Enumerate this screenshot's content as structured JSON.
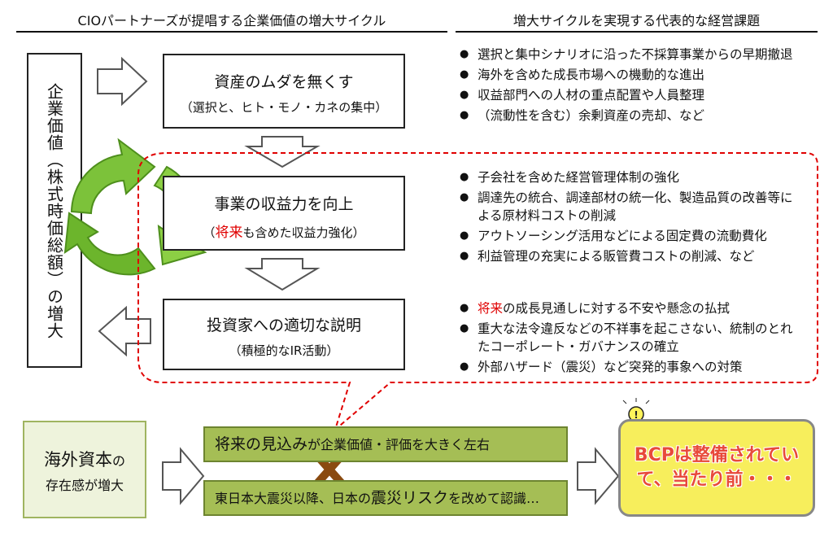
{
  "header_left": "CIOパートナーズが提唱する企業価値の増大サイクル",
  "header_right": "増大サイクルを実現する代表的な経営課題",
  "vertical_box": "企業価値（株式時価総額）の増大",
  "box1": {
    "title": "資産のムダを無くす",
    "subtitle": "（選択と、ヒト・モノ・カネの集中）"
  },
  "box2": {
    "title": "事業の収益力を向上",
    "subtitle_prefix": "（",
    "subtitle_red": "将来",
    "subtitle_rest": "も含めた収益力強化）"
  },
  "box3": {
    "title": "投資家への適切な説明",
    "subtitle": "（積極的なIR活動）"
  },
  "group1": [
    "選択と集中シナリオに沿った不採算事業からの早期撤退",
    "海外を含めた成長市場への機動的な進出",
    "収益部門への人材の重点配置や人員整理",
    "（流動性を含む）余剰資産の売却、など"
  ],
  "group2": [
    "子会社を含めた経営管理体制の強化",
    "調達先の統合、調達部材の統一化、製造品質の改善等による原材料コストの削減",
    "アウトソーシング活用などによる固定費の流動費化",
    "利益管理の充実による販管費コストの削減、など"
  ],
  "group3_first": {
    "red": "将来",
    "rest": "の成長見通しに対する不安や懸念の払拭"
  },
  "group3": [
    "重大な法令違反などの不祥事を起こさない、統制のとれたコーポレート・ガバナンスの確立",
    "外部ハザード（震災）など突発的事象への対策"
  ],
  "bottom_left": {
    "big1": "海外資本",
    "small1": "の",
    "line2": "存在感が増大"
  },
  "green1": {
    "big": "将来の見込み",
    "rest": "が企業価値・評価を大きく左右"
  },
  "green2": {
    "p1": "東日本大震災以降、日本の",
    "big": "震災リスク",
    "p2": "を改めて認識…"
  },
  "bcp_text": "BCPは整備されていて、当たり前・・・",
  "colors": {
    "accent_red": "#e00000",
    "green_box": "#a5be55",
    "cycle_green": "#7cc23a",
    "bcp_yellow": "#f7ee5c",
    "bcp_text": "#e84a3a"
  }
}
